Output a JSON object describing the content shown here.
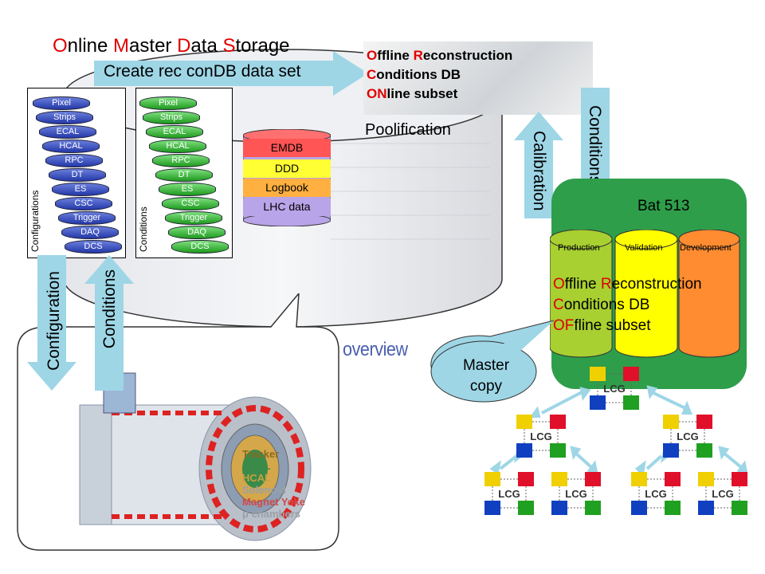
{
  "title": {
    "letter1": "O",
    "rest1": "nline ",
    "letter2": "M",
    "rest2": "aster ",
    "letter3": "D",
    "rest3": "ata ",
    "letter4": "S",
    "rest4": "torage"
  },
  "arrows": {
    "create": "Create rec conDB data set",
    "configuration": "Configuration",
    "conditions_left": "Conditions",
    "calibration": "Calibration",
    "conditions_right": "Conditions"
  },
  "configurations_stack": {
    "label": "Configurations",
    "items": [
      "Pixel",
      "Strips",
      "ECAL",
      "HCAL",
      "RPC",
      "DT",
      "ES",
      "CSC",
      "Trigger",
      "DAQ",
      "DCS"
    ]
  },
  "conditions_stack": {
    "label": "Conditions",
    "items": [
      "Pixel",
      "Strips",
      "ECAL",
      "HCAL",
      "RPC",
      "DT",
      "ES",
      "CSC",
      "Trigger",
      "DAQ",
      "DCS"
    ]
  },
  "db_cylinder": {
    "bands": [
      {
        "label": "EMDB",
        "color": "#ff5555"
      },
      {
        "label": "DDD",
        "color": "#ffff33"
      },
      {
        "label": "Logbook",
        "color": "#ffb040"
      },
      {
        "label": "LHC data",
        "color": "#b8a4e8"
      }
    ]
  },
  "orcon": {
    "l1": "O",
    "r1": "ffline ",
    "l2": "R",
    "r2": "econstruction",
    "l3": "C",
    "r3": "onditions DB",
    "l4": "ON",
    "r4": "line subset"
  },
  "poolification": "Poolification",
  "bat": {
    "title": "Bat 513",
    "production": "Production",
    "validation": "Validation",
    "development": "Development",
    "l1": "O",
    "r1": "ffline ",
    "l2": "R",
    "r2": "econstruction",
    "l3": "C",
    "r3": "onditions DB",
    "l4": "OF",
    "r4": "fline subset"
  },
  "master_copy": {
    "line1": "Master",
    "line2": "copy"
  },
  "overview_text": "overview",
  "detector_labels": [
    "Tracker",
    "ECAL",
    "HCAL",
    "Solenoid",
    "Magnet Yoke",
    "μ chambers"
  ],
  "lcg_label": "LCG",
  "colors": {
    "arrow": "#9ed6e6",
    "bat_bg": "#2e9e4a",
    "prod": "#a8d030",
    "valid": "#ffff00",
    "dev": "#ff8c30",
    "title_red": "#e00000"
  }
}
